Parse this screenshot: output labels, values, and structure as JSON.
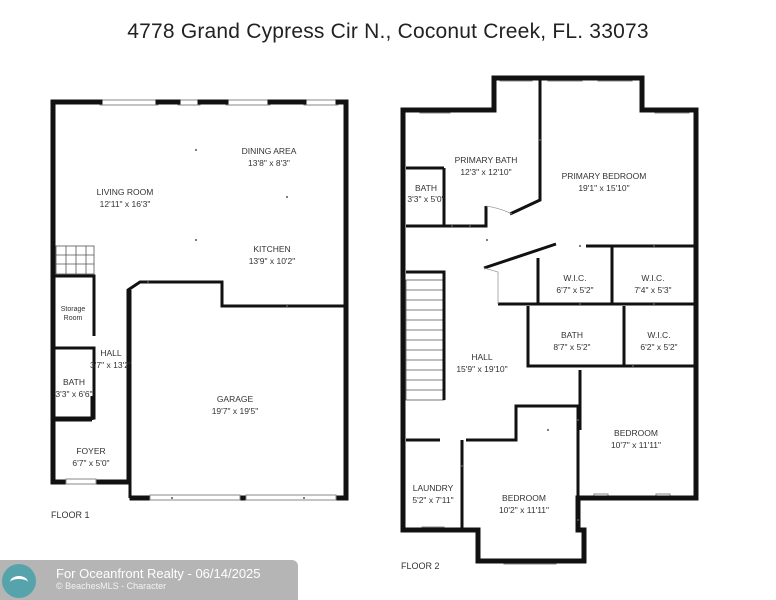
{
  "title": "4778 Grand Cypress Cir N., Coconut Creek, FL. 33073",
  "floor1": {
    "label": "FLOOR 1",
    "rooms": {
      "dining_name": "DINING AREA",
      "dining_dim": "13'8\" x 8'3\"",
      "living_name": "LIVING ROOM",
      "living_dim": "12'11\" x 16'3\"",
      "kitchen_name": "KITCHEN",
      "kitchen_dim": "13'9\" x 10'2\"",
      "storage_name1": "Storage",
      "storage_name2": "Room",
      "hall_name": "HALL",
      "hall_dim": "3'7\" x 13'2\"",
      "garage_name": "GARAGE",
      "garage_dim": "19'7\" x 19'5\"",
      "bath_name": "BATH",
      "bath_dim": "3'3\" x 6'6\"",
      "foyer_name": "FOYER",
      "foyer_dim": "6'7\" x 5'0\""
    }
  },
  "floor2": {
    "label": "FLOOR 2",
    "rooms": {
      "pbath_name": "PRIMARY BATH",
      "pbath_dim": "12'3\" x 12'10\"",
      "pbed_name": "PRIMARY BEDROOM",
      "pbed_dim": "19'1\" x 15'10\"",
      "bath1_name": "BATH",
      "bath1_dim": "3'3\" x 5'0\"",
      "wic1_name": "W.I.C.",
      "wic1_dim": "6'7\" x 5'2\"",
      "wic2_name": "W.I.C.",
      "wic2_dim": "7'4\" x 5'3\"",
      "bath2_name": "BATH",
      "bath2_dim": "8'7\" x 5'2\"",
      "wic3_name": "W.I.C.",
      "wic3_dim": "6'2\" x 5'2\"",
      "hall_name": "HALL",
      "hall_dim": "15'9\" x 19'10\"",
      "bed1_name": "BEDROOM",
      "bed1_dim": "10'7\" x 11'11\"",
      "laundry_name": "LAUNDRY",
      "laundry_dim": "5'2\" x 7'11\"",
      "bed2_name": "BEDROOM",
      "bed2_dim": "10'2\" x 11'11\""
    }
  },
  "watermark": {
    "line1": "For Oceanfront Realty - 06/14/2025",
    "line2": "© BeachesMLS - Character"
  }
}
